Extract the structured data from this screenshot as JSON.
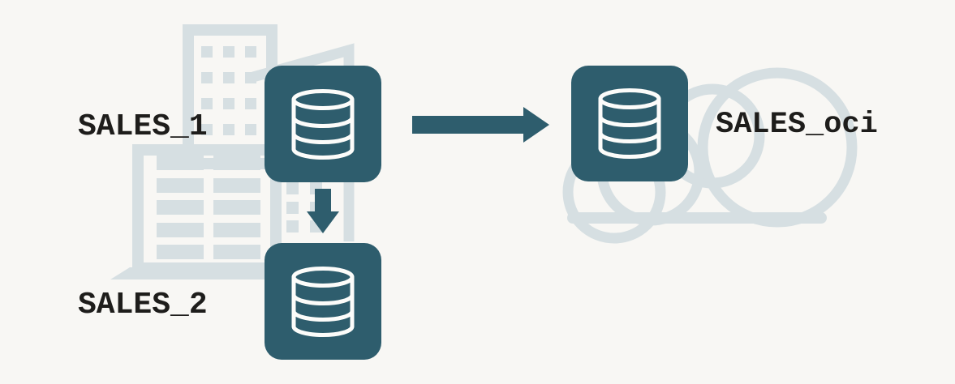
{
  "colors": {
    "bg": "#f8f7f4",
    "accent": "#2e5d6d",
    "muted": "#d6dfe2",
    "ink": "#1e1d1b",
    "icon": "#fcfcfa"
  },
  "nodes": {
    "sales1": {
      "label": "SALES_1",
      "icon": "database-icon",
      "location": "on-premises"
    },
    "sales2": {
      "label": "SALES_2",
      "icon": "database-icon",
      "location": "on-premises"
    },
    "sales_oci": {
      "label": "SALES_oci",
      "icon": "database-icon",
      "location": "cloud"
    }
  },
  "edges": [
    {
      "from": "SALES_1",
      "to": "SALES_oci",
      "direction": "right"
    },
    {
      "from": "SALES_1",
      "to": "SALES_2",
      "direction": "down"
    }
  ],
  "decorations": [
    {
      "name": "office-buildings-icon",
      "meaning": "on-premises environment"
    },
    {
      "name": "cloud-icon",
      "meaning": "cloud environment"
    }
  ]
}
